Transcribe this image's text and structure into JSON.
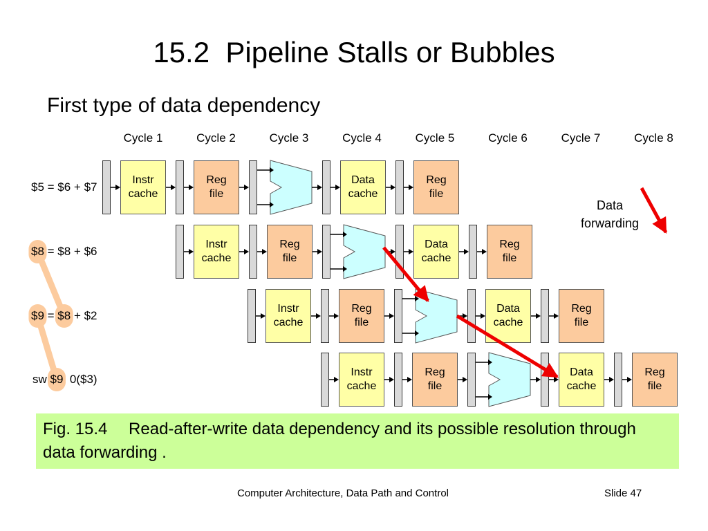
{
  "title": "15.2  Pipeline Stalls or Bubbles",
  "subtitle": "First type of data dependency",
  "cycles": [
    "Cycle 1",
    "Cycle 2",
    "Cycle 3",
    "Cycle 4",
    "Cycle 5",
    "Cycle 6",
    "Cycle 7",
    "Cycle 8"
  ],
  "instructions": [
    {
      "parts": [
        {
          "text": "$5 = $6 + $7"
        }
      ]
    },
    {
      "parts": [
        {
          "text": "$8",
          "hl": true
        },
        {
          "text": " = $8 + $6"
        }
      ]
    },
    {
      "parts": [
        {
          "text": "$9",
          "hl": true
        },
        {
          "text": " = "
        },
        {
          "text": "$8",
          "hl": true
        },
        {
          "text": " + $2"
        }
      ]
    },
    {
      "parts": [
        {
          "text": "sw "
        },
        {
          "text": "$9",
          "hl": true
        },
        {
          "text": ", 0($3)"
        }
      ]
    }
  ],
  "stages": {
    "instr_cache": "Instr\ncache",
    "reg_file": "Reg\nfile",
    "alu": "ALU",
    "data_cache": "Data\ncache",
    "reg_file_write": "Reg\nfile"
  },
  "data_forwarding_label": "Data\nforwarding",
  "caption": "Fig. 15.4  Read-after-write data dependency and its possible resolution through data forwarding .",
  "footer": {
    "course": "Computer Architecture, Data Path and Control",
    "slide": "Slide 47"
  },
  "colors": {
    "cache": "#ffffa6",
    "reg_file": "#fccb9e",
    "alu": "#ccffff",
    "latch": "#d9d9d9",
    "highlight": "#fccb9e",
    "forwarding_arrow": "#ee0000",
    "caption_bg": "#ccff99"
  }
}
